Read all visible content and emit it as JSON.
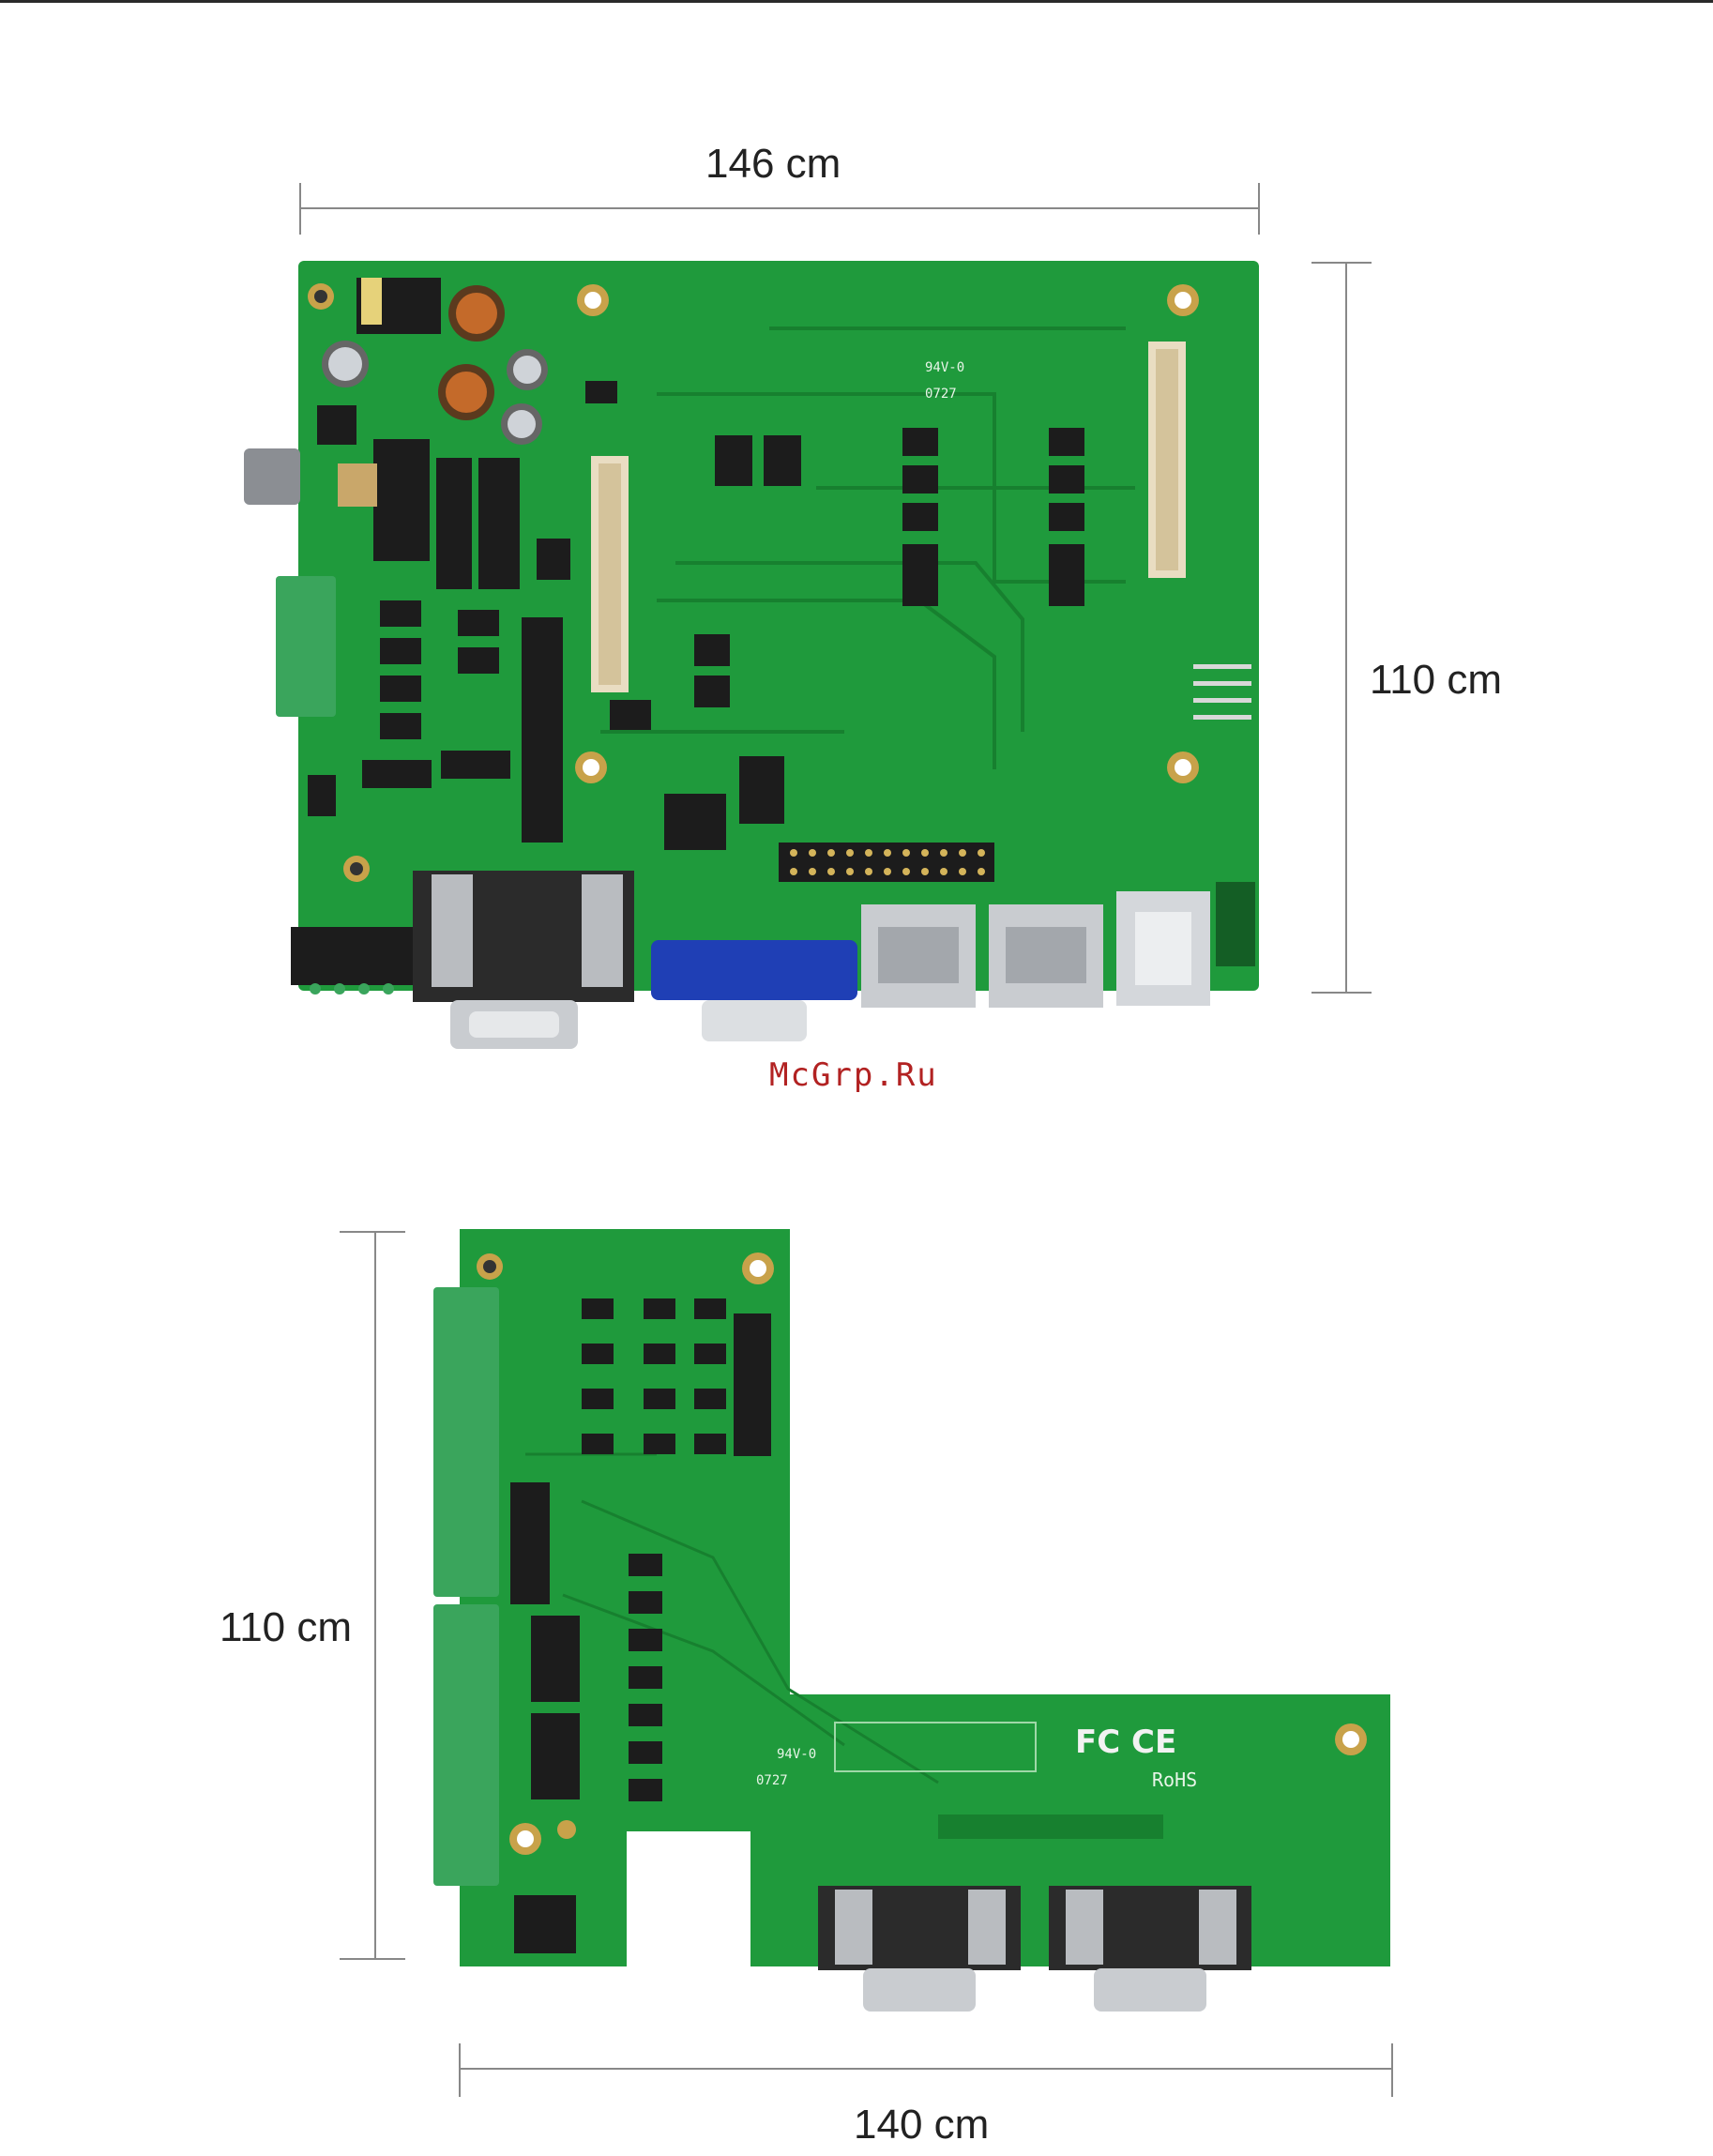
{
  "dimensions": {
    "board1_width": "146 cm",
    "board1_height": "110 cm",
    "board2_height": "110 cm",
    "board2_width": "140 cm"
  },
  "watermark": "McGrp.Ru",
  "board_markings": {
    "board1_ul": "94V-0",
    "board1_date": "0727",
    "board2_ul": "94V-0",
    "board2_date": "0727",
    "certifications": "FC CE",
    "rohs": "RoHS"
  },
  "colors": {
    "pcb": "#1f9a3c",
    "pcb_dark": "#17802f",
    "terminal": "#3aa55c",
    "vga": "#1f3fb5",
    "metal": "#c9ccd0",
    "chip": "#1c1c1c"
  }
}
